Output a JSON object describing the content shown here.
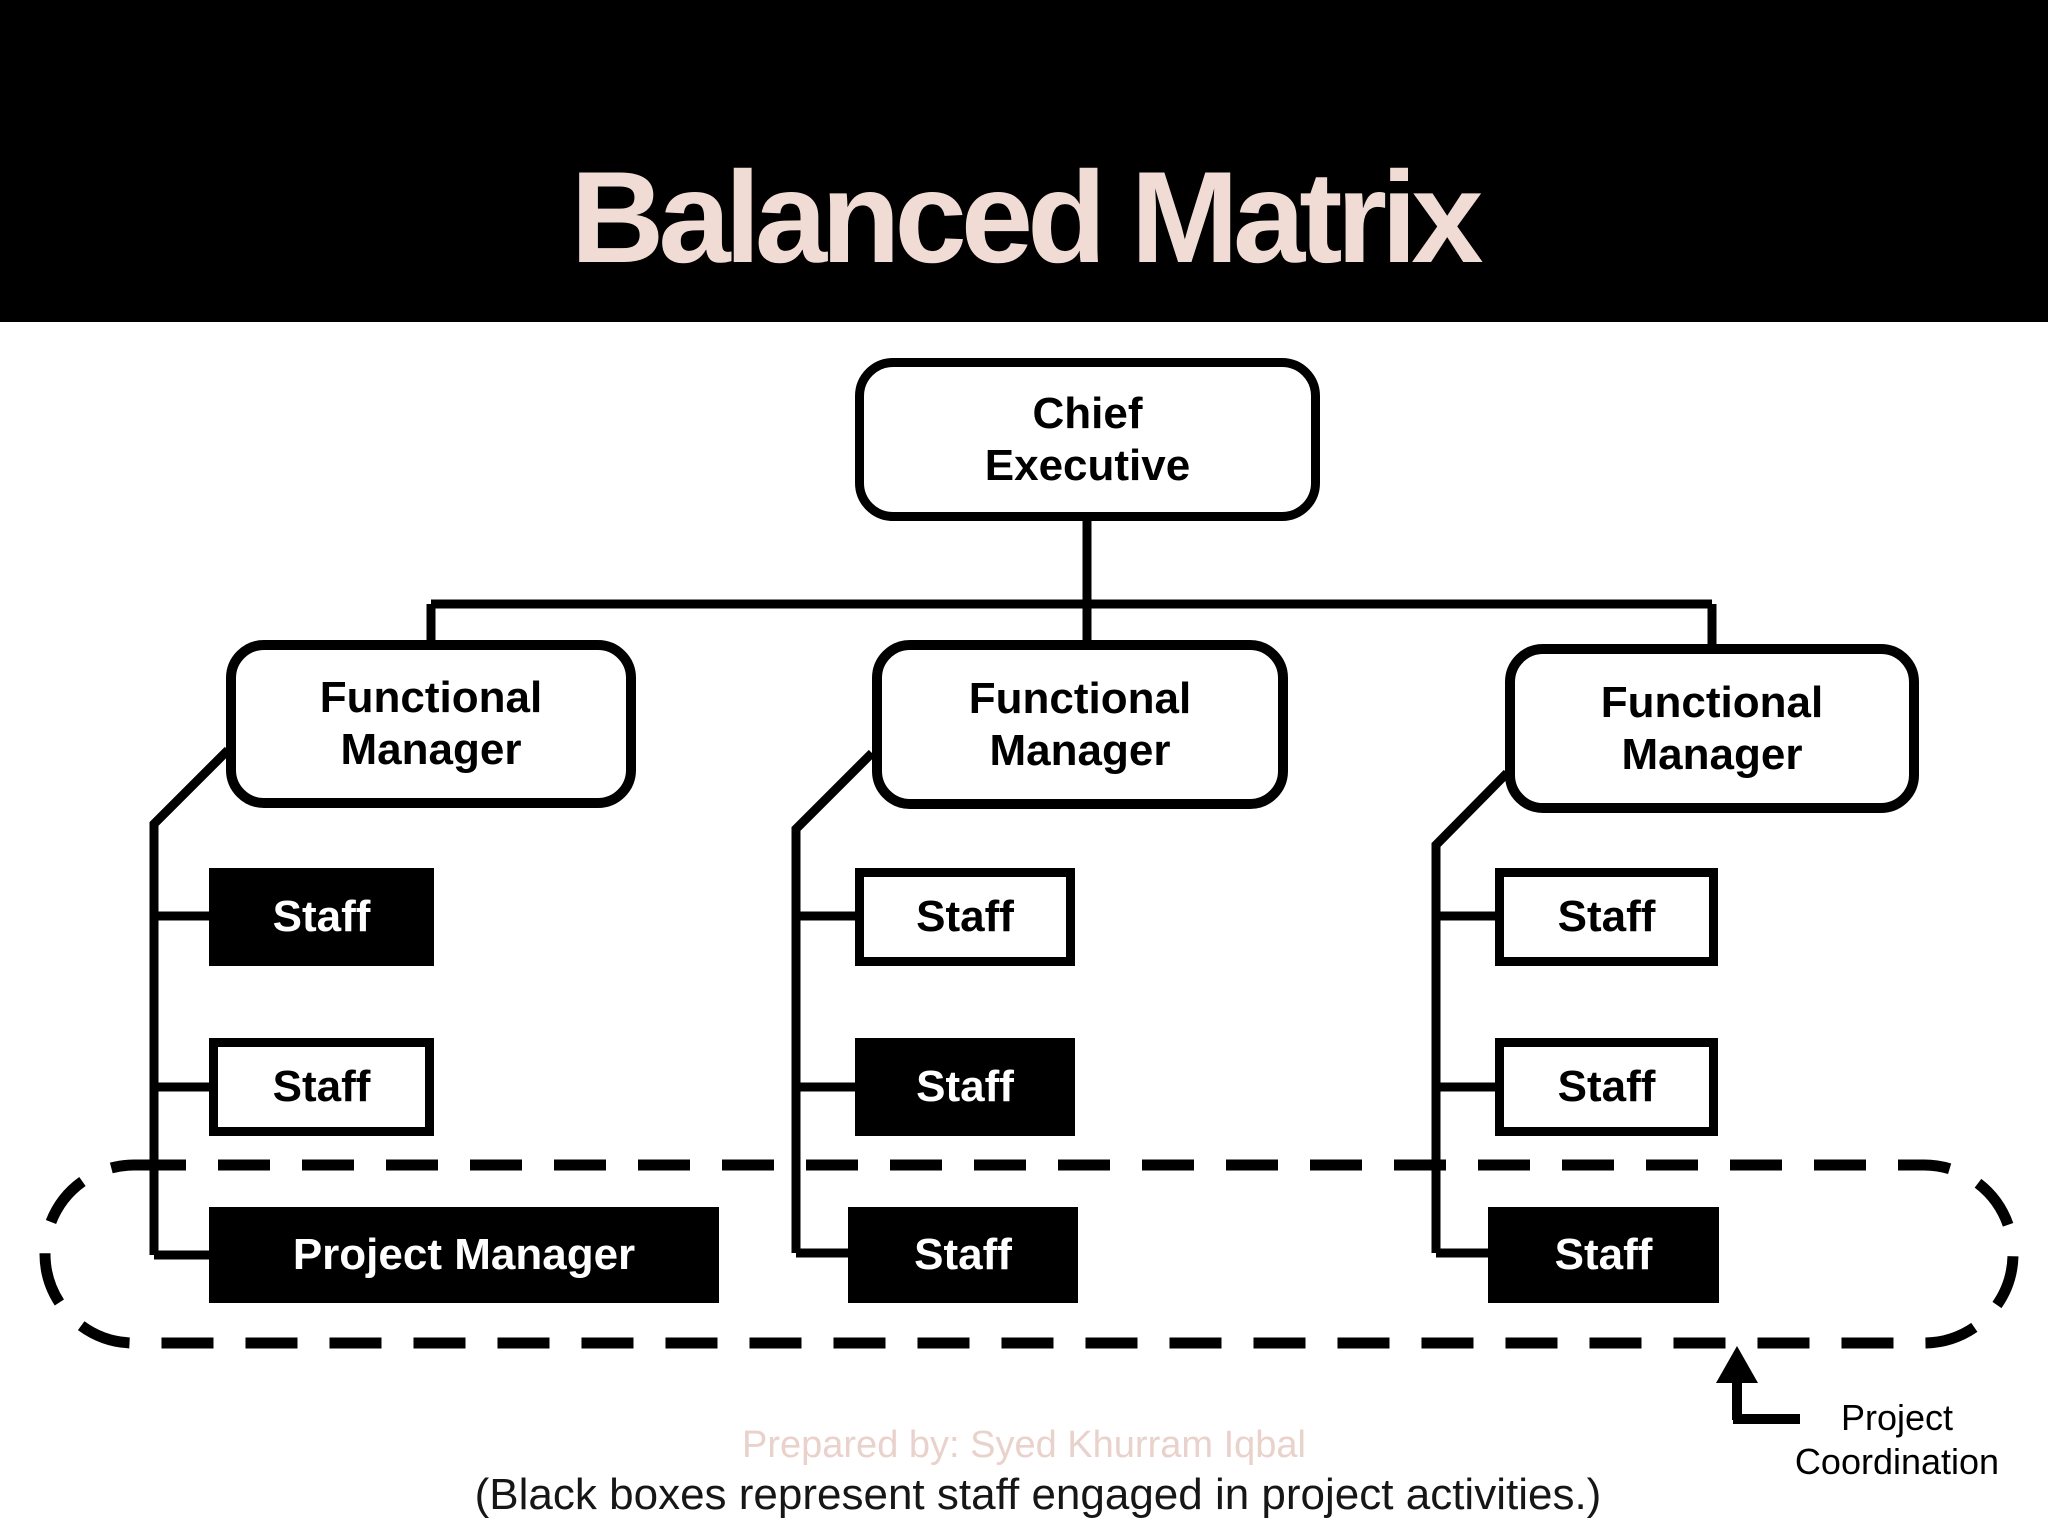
{
  "title": "Balanced Matrix",
  "org": {
    "chief": {
      "label": "Chief\nExecutive"
    },
    "columns": [
      {
        "manager": {
          "label": "Functional\nManager"
        },
        "rows": [
          {
            "label": "Staff",
            "filled": true
          },
          {
            "label": "Staff",
            "filled": false
          },
          {
            "label": "Project Manager",
            "filled": true
          }
        ]
      },
      {
        "manager": {
          "label": "Functional\nManager"
        },
        "rows": [
          {
            "label": "Staff",
            "filled": false
          },
          {
            "label": "Staff",
            "filled": true
          },
          {
            "label": "Staff",
            "filled": true
          }
        ]
      },
      {
        "manager": {
          "label": "Functional\nManager"
        },
        "rows": [
          {
            "label": "Staff",
            "filled": false
          },
          {
            "label": "Staff",
            "filled": false
          },
          {
            "label": "Staff",
            "filled": true
          }
        ]
      }
    ]
  },
  "annotations": {
    "coordination_label": "Project\nCoordination",
    "prepared_by": "Prepared by: Syed Khurram Iqbal",
    "caption": "(Black boxes represent staff engaged in project activities.)"
  },
  "colors": {
    "background": "#ffffff",
    "header_band": "#000000",
    "title_text": "#f0dcd5",
    "prepared_by_text": "#e9d2cb",
    "line": "#000000",
    "filled_box_bg": "#000000",
    "filled_box_text": "#ffffff"
  }
}
